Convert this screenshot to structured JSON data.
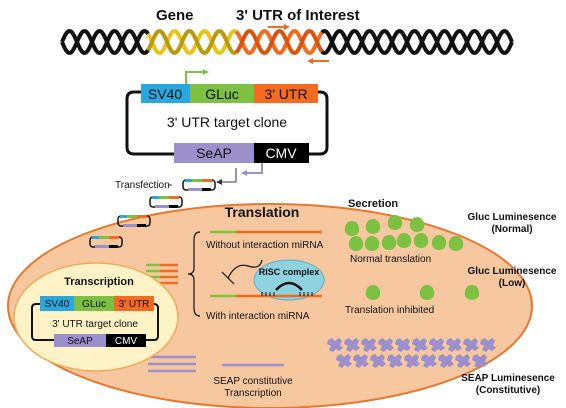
{
  "gene": {
    "gene_label": "Gene",
    "utr_label": "3' UTR of Interest"
  },
  "plasmid_top": {
    "sv40": "SV40",
    "gluc": "GLuc",
    "utr": "3' UTR",
    "title": "3' UTR target clone",
    "seap": "SeAP",
    "cmv": "CMV"
  },
  "transfection_label": "Transfection",
  "cell": {
    "translation_title": "Translation",
    "secretion_title": "Secretion",
    "without_label": "Without interaction miRNA",
    "with_label": "With interaction miRNA",
    "risc_label": "RISC complex",
    "normal_translation_label": "Normal translation",
    "inhibited_label": "Translation inhibited",
    "transcription_title": "Transcription",
    "seap_line1": "SEAP constitutive",
    "seap_line2": "Transcription"
  },
  "plasmid_nucleus": {
    "sv40": "SV40",
    "gluc": "GLuc",
    "utr": "3' UTR",
    "title": "3' UTR target clone",
    "seap": "SeAP",
    "cmv": "CMV"
  },
  "outputs": {
    "gluc_normal_1": "Gluc Luminesence",
    "gluc_normal_2": "(Normal)",
    "gluc_low_1": "Gluc Luminesence",
    "gluc_low_2": "(Low)",
    "seap_1": "SEAP Luminesence",
    "seap_2": "(Constitutive)"
  },
  "colors": {
    "sv40": "#29a8e0",
    "gluc": "#7cc142",
    "utr": "#f26b21",
    "seap": "#9b8fcc",
    "cmv": "#000000",
    "cell_fill": "#f7c7a0",
    "cell_stroke": "#e8772e",
    "nucleus_fill": "#fdf3c6",
    "risc": "#8fd3e0",
    "secreted": "#7cc142",
    "seap_protein": "#9b8fcc"
  }
}
